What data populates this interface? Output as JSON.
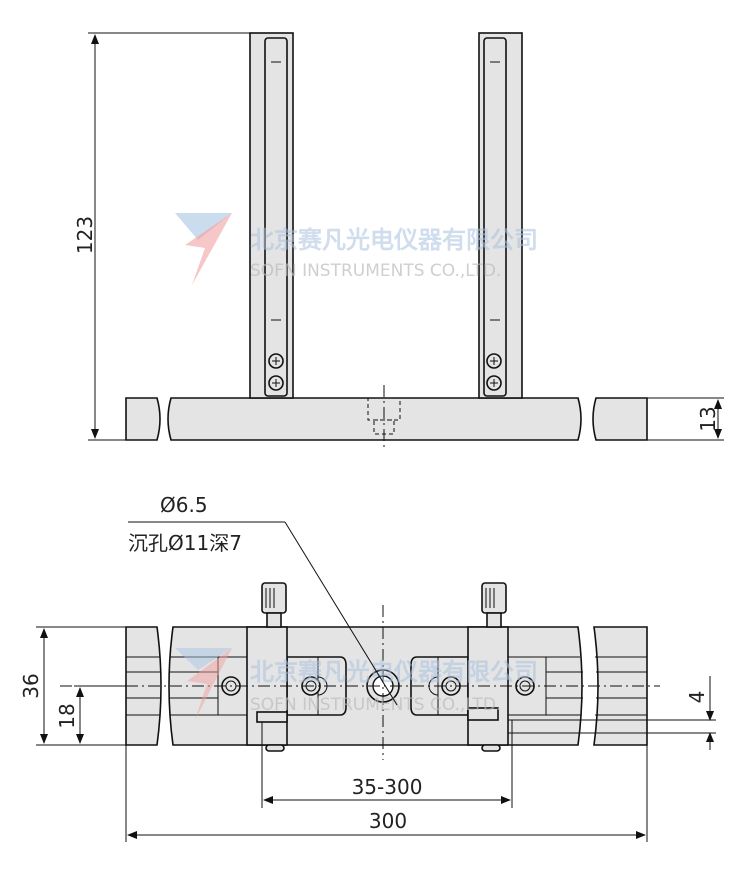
{
  "dimensions": {
    "height": "123",
    "base_thickness": "13",
    "hole": "Ø6.5",
    "counterbore": "沉孔Ø11深7",
    "width": "36",
    "center_height": "18",
    "offset": "4",
    "adjust_range": "35-300",
    "length": "300"
  },
  "watermark": {
    "cn": "北京赛凡光电仪器有限公司",
    "en": "SOFN INSTRUMENTS CO.,LTD.",
    "logo_colors": [
      "#a9c4e4",
      "#f2a0a0"
    ]
  }
}
